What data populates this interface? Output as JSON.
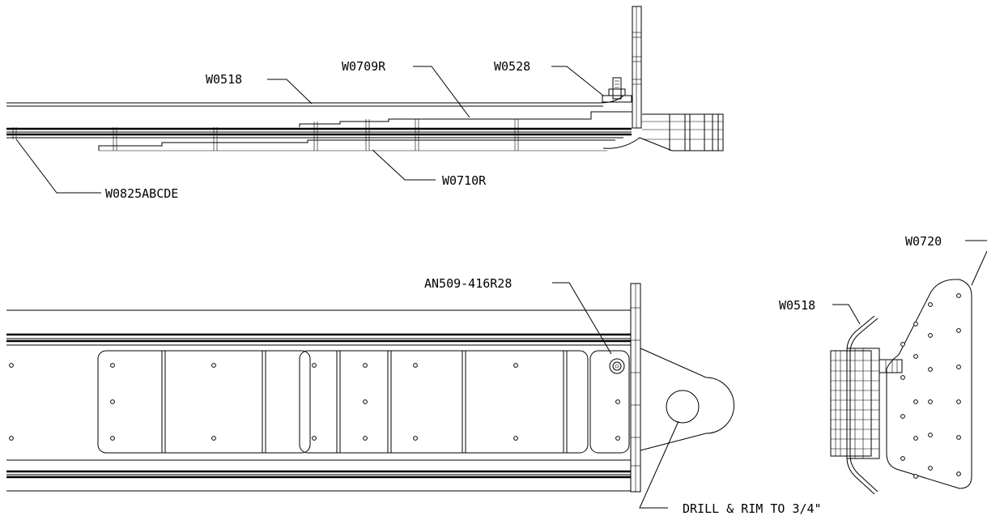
{
  "labels": {
    "w0518_top": "W0518",
    "w0709r": "W0709R",
    "w0528": "W0528",
    "w0825abcde": "W0825ABCDE",
    "w0710r": "W0710R",
    "an509": "AN509-416R28",
    "w0720": "W0720",
    "w0518_side": "W0518",
    "drill_note": "DRILL & RIM TO 3/4\""
  }
}
